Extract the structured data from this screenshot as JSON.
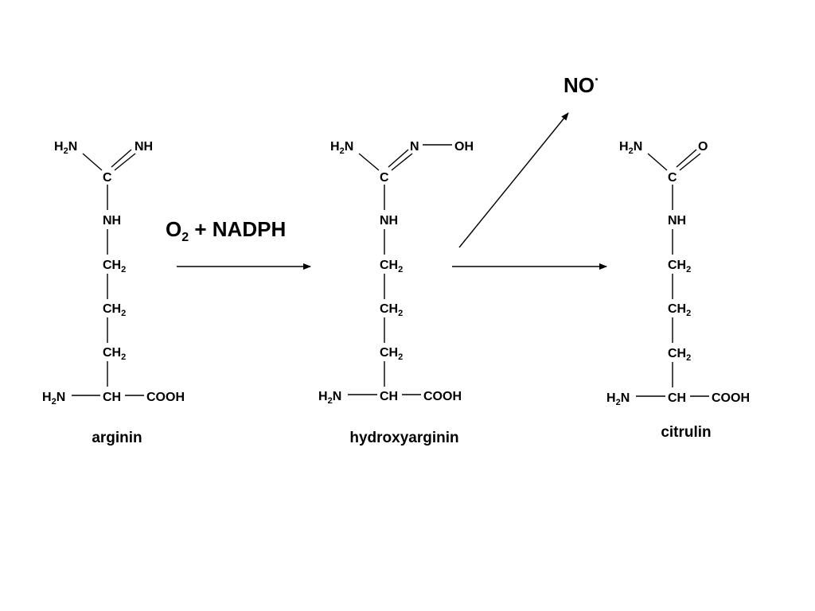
{
  "reaction": {
    "reagent_main": "O",
    "reagent_sub": "2",
    "reagent_rest": " + NADPH",
    "byproduct_main": "NO",
    "byproduct_sup": "·"
  },
  "atoms": {
    "h2n_h": "H",
    "h2n_2": "2",
    "h2n_n": "N",
    "nh": "NH",
    "c": "C",
    "n": "N",
    "oh": "OH",
    "o": "O",
    "ch2_c": "CH",
    "ch2_2": "2",
    "ch": "CH",
    "cooh": "COOH"
  },
  "molecules": [
    {
      "name": "arginin"
    },
    {
      "name": "hydroxyarginin"
    },
    {
      "name": "citrulin"
    }
  ]
}
